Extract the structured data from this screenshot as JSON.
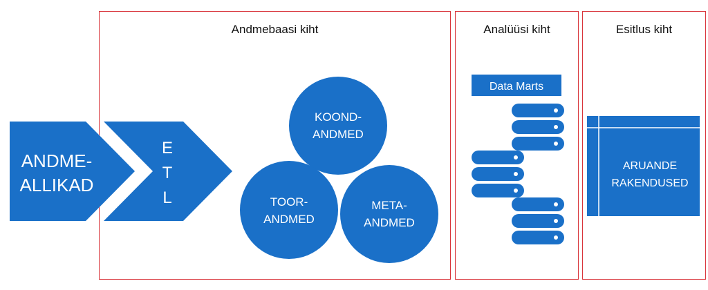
{
  "layers": {
    "database": {
      "title": "Andmebaasi kiht"
    },
    "analysis": {
      "title": "Analüüsi kiht"
    },
    "presentation": {
      "title": "Esitlus kiht"
    }
  },
  "sources": {
    "line1": "ANDME-",
    "line2": "ALLIKAD"
  },
  "etl": {
    "letters": [
      "E",
      "T",
      "L"
    ]
  },
  "circles": {
    "summary": {
      "line1": "KOOND-",
      "line2": "ANDMED"
    },
    "raw": {
      "line1": "TOOR-",
      "line2": "ANDMED"
    },
    "meta": {
      "line1": "META-",
      "line2": "ANDMED"
    }
  },
  "data_marts": {
    "label": "Data Marts"
  },
  "reports": {
    "line1": "ARUANDE",
    "line2": "RAKENDUSED"
  },
  "colors": {
    "blue": "#1a70c8",
    "border": "#d9353b"
  }
}
